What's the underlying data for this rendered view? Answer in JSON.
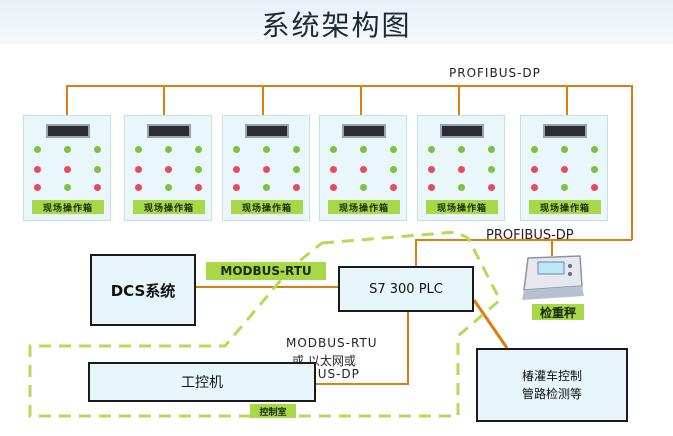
{
  "title": "系统架构图",
  "bus": {
    "top_label": "PROFIBUS-DP",
    "mid_label": "PROFIBUS-DP"
  },
  "cabinets": [
    {
      "label": "现场操作箱"
    },
    {
      "label": "现场操作箱"
    },
    {
      "label": "现场操作箱"
    },
    {
      "label": "现场操作箱"
    },
    {
      "label": "现场操作箱"
    },
    {
      "label": "现场操作箱"
    }
  ],
  "dcs": {
    "label": "DCS系统"
  },
  "modbus_tag": "MODBUS-RTU",
  "plc": {
    "label": "S7 300 PLC"
  },
  "scale": {
    "label": "检重秤"
  },
  "ipc": {
    "label": "工控机"
  },
  "link_note": {
    "line1": "MODBUS-RTU",
    "line2": "或 以太网或",
    "line3": "PROFIBUS-DP"
  },
  "control_room": "控制室",
  "pipeline_box": {
    "line1": "椿灌车控制",
    "line2": "管路检测等"
  },
  "colors": {
    "bus_line": "#e07a12",
    "dashed": "#b7d957",
    "tag_bg": "#a8d848"
  }
}
